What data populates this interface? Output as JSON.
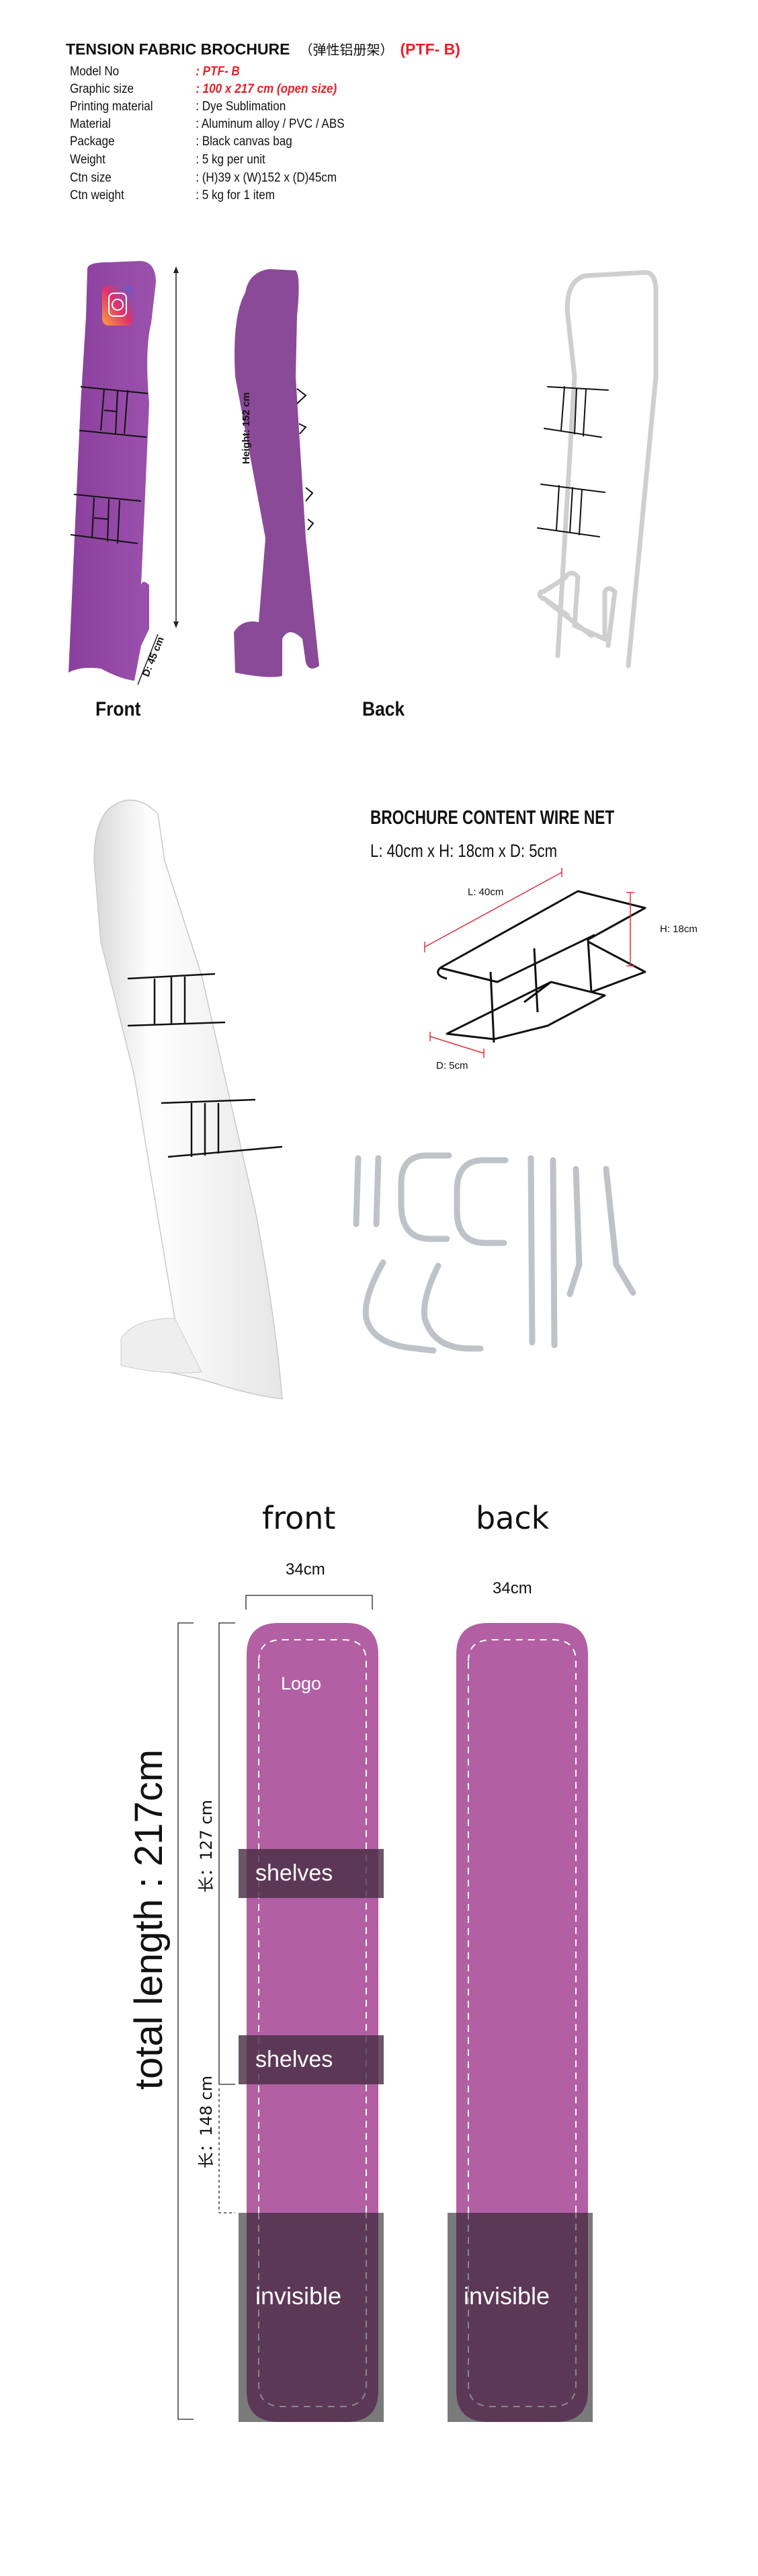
{
  "header": {
    "title": "TENSION FABRIC BROCHURE",
    "title_cn": "（弹性铝册架）",
    "title_code": "(PTF- B)"
  },
  "specs": [
    {
      "label": "Model No",
      "value": ": PTF- B",
      "highlight": true
    },
    {
      "label": "Graphic size",
      "value": ": 100 x 217 cm (open size)",
      "highlight": true
    },
    {
      "label": "Printing material",
      "value": ": Dye Sublimation"
    },
    {
      "label": "Material",
      "value": ": Aluminum alloy / PVC / ABS"
    },
    {
      "label": "Package",
      "value": ": Black canvas bag"
    },
    {
      "label": "Weight",
      "value": ": 5 kg per unit"
    },
    {
      "label": "Ctn size",
      "value": ": (H)39 x (W)152 x (D)45cm"
    },
    {
      "label": "Ctn weight",
      "value": ": 5 kg for 1 item"
    }
  ],
  "photos": {
    "height_label": "Height: 152 cm",
    "depth_label": "D: 45 cm",
    "front_caption": "Front",
    "back_caption": "Back"
  },
  "wire_net": {
    "title": "BROCHURE CONTENT WIRE NET",
    "dimensions": "L: 40cm x  H: 18cm x D: 5cm",
    "length_label": "L: 40cm",
    "height_label": "H: 18cm",
    "depth_label": "D: 5cm"
  },
  "graphic_layout": {
    "front_label": "front",
    "back_label": "back",
    "front_width": "34cm",
    "back_width": "34cm",
    "logo_label": "Logo",
    "shelves_label": "shelves",
    "invisible_label": "invisible",
    "total_length": "total length :  217cm",
    "dim_127": "长：127 cm",
    "dim_148": "长：148 cm",
    "colors": {
      "fabric": "#b25fa3",
      "overlay": "#5c3857",
      "overlay_edge": "#7a7a7a"
    }
  }
}
